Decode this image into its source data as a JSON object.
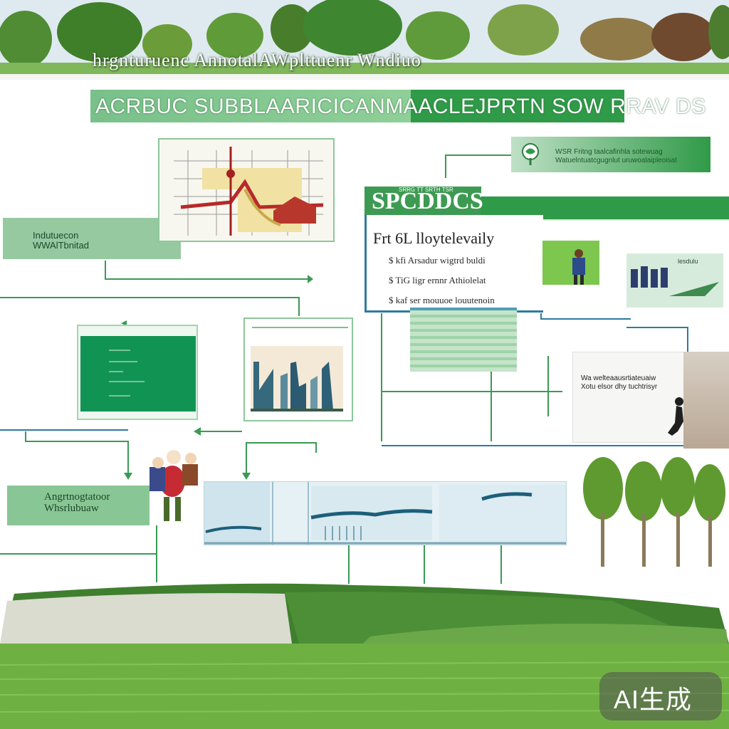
{
  "banner": {
    "title": "hrgnturuenc AnnotalAWplttuenr Wndiuo"
  },
  "section": {
    "title": "ACRBUC SUBBLAARICICANMAACLEJPRTN SOW RRAV DS"
  },
  "labels": {
    "left_top": "Indutuecon\nWWAlTbnitad",
    "bottom_left": "Angrtnogtatoor\nWhsrlubuaw",
    "top_right": "WSR Fritng taalcafinhla sotewuag\nWatuelntuatcgugnlut uruwoalaipleoisat"
  },
  "panel_main": {
    "header": "SPCDDCS",
    "header_small": "SRRG TT SRTH TSR",
    "heading": "Frt 6L   lloytelevaily",
    "bullets": [
      "$  kfi Arsadur wigtrd buldi",
      "$  TiG ligr ernnr Athiolelat",
      "$  kaf ser mouuoe louutenoin"
    ]
  },
  "side_texts": {
    "people_caption": "lesdulu",
    "lower_caption": "Wa welteaausrtiateuaiw\nXotu elsor dhy tuchtrisyr"
  },
  "watermark": "AI生成",
  "colors": {
    "accent_green": "#2f9a47",
    "light_green": "#96c9a0",
    "line_blue": "#2e7aa0",
    "sky": "#dbe8ef",
    "field_green": "#6bb04f"
  }
}
